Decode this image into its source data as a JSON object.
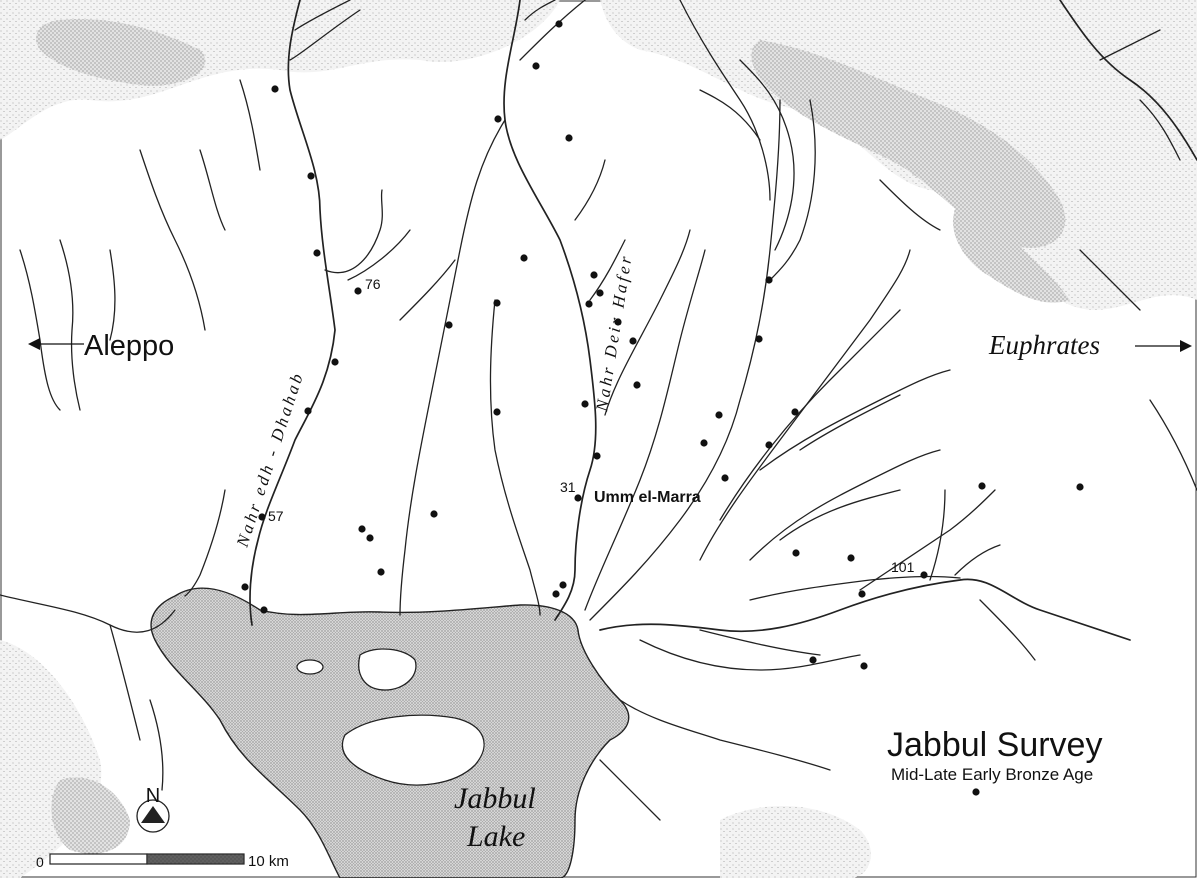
{
  "map": {
    "regions": {
      "aleppo": "Aleppo",
      "euphrates": "Euphrates",
      "lake": [
        "Jabbul",
        "Lake"
      ]
    },
    "rivers": {
      "nahr_edh_dhahab": "Nahr edh - Dhahab",
      "nahr_deir_hafer": "Nahr Deir Hafer"
    },
    "title": {
      "main": "Jabbul Survey",
      "subtitle": "Mid-Late Early Bronze Age"
    },
    "sites": {
      "umm_el_marra": "Umm el-Marra",
      "labels": [
        "76",
        "57",
        "31",
        "101"
      ]
    },
    "north_arrow": {
      "label": "N",
      "icon": "north-arrow-icon"
    },
    "scale_bar": {
      "start": "0",
      "end": "10 km",
      "length_km": 10
    }
  }
}
